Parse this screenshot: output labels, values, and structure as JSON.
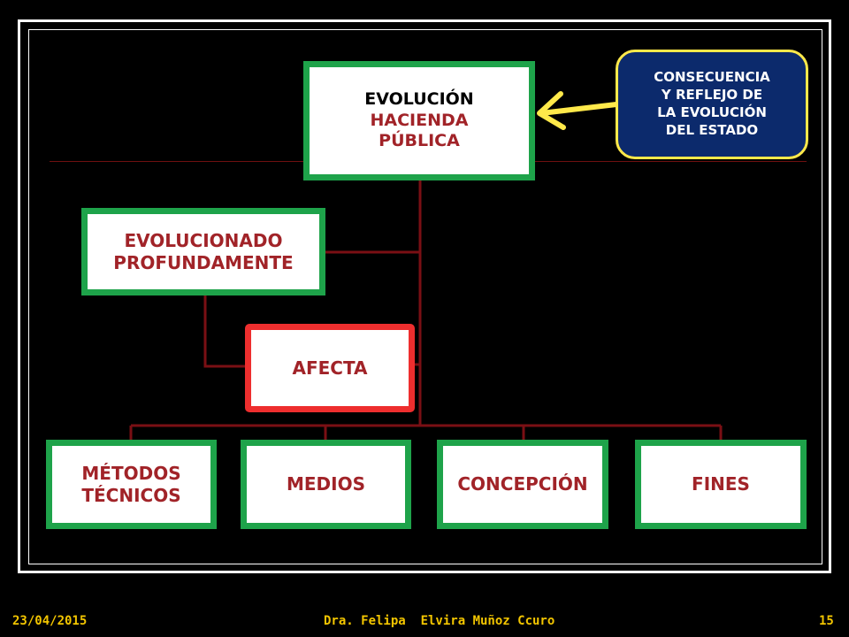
{
  "diagram": {
    "root": {
      "line1": "EVOLUCIÓN",
      "line2": "HACIENDA",
      "line3": "PÚBLICA"
    },
    "callout": {
      "line1": "CONSECUENCIA",
      "line2": "Y REFLEJO DE",
      "line3": "LA EVOLUCIÓN",
      "line4": "DEL ESTADO"
    },
    "evolved": {
      "line1": "EVOLUCIONADO",
      "line2": "PROFUNDAMENTE"
    },
    "affects": "AFECTA",
    "children": {
      "methods": {
        "line1": "MÉTODOS",
        "line2": "TÉCNICOS"
      },
      "means": "MEDIOS",
      "conception": "CONCEPCIÓN",
      "ends": "FINES"
    }
  },
  "footer": {
    "date": "23/04/2015",
    "author": "Dra. Felipa  Elvira Muñoz Ccuro",
    "page": "15"
  },
  "colors": {
    "background": "#000000",
    "box_border_green": "#1ea34a",
    "box_border_red": "#ee2e2e",
    "text_red": "#a12328",
    "connector": "#7a0f14",
    "callout_fill": "#0c2a6c",
    "callout_border": "#ffe94a",
    "footer_text": "#f2c500"
  }
}
